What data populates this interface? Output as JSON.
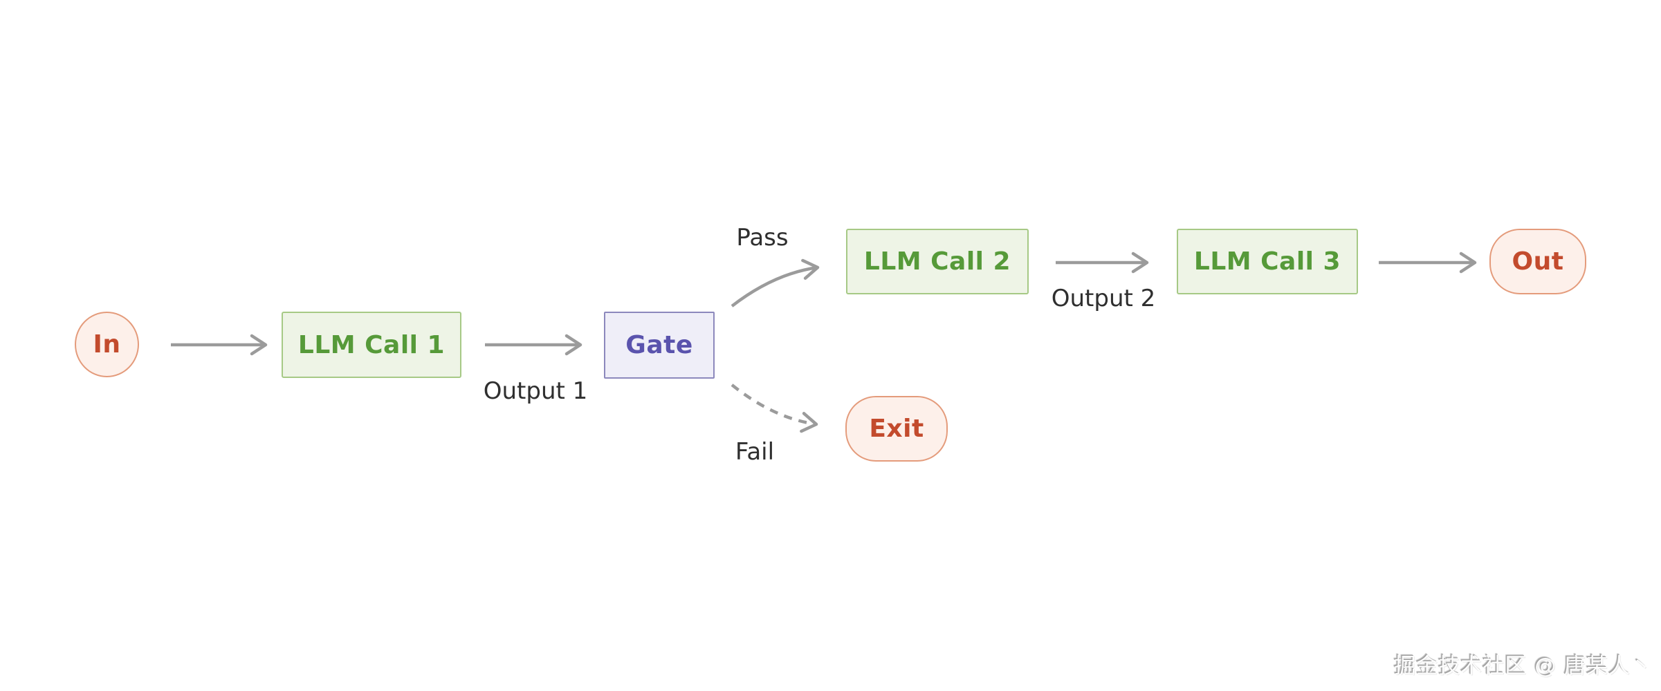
{
  "diagram": {
    "nodes": {
      "in": {
        "label": "In"
      },
      "llm1": {
        "label": "LLM Call 1"
      },
      "gate": {
        "label": "Gate"
      },
      "llm2": {
        "label": "LLM Call 2"
      },
      "llm3": {
        "label": "LLM Call 3"
      },
      "out": {
        "label": "Out"
      },
      "exit": {
        "label": "Exit"
      }
    },
    "edges": {
      "output1": {
        "label": "Output 1"
      },
      "pass": {
        "label": "Pass"
      },
      "output2": {
        "label": "Output 2"
      },
      "fail": {
        "label": "Fail"
      }
    },
    "colors": {
      "process_fill": "#eef4e6",
      "process_border": "#a6c985",
      "process_text": "#569a39",
      "terminal_fill": "#fdf0ea",
      "terminal_border": "#e49b7b",
      "terminal_text": "#c34b2d",
      "gate_fill": "#efeef8",
      "gate_border": "#8c88bc",
      "gate_text": "#5a53ad",
      "arrow": "#9b9b9b",
      "label_text": "#2f2f2f"
    }
  },
  "watermark": {
    "text": "掘金技术社区 @ 唐某人丶"
  }
}
